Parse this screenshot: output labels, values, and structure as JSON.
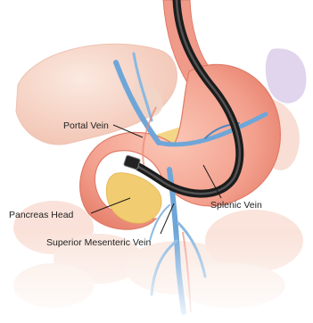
{
  "labels": {
    "portal_vein": "Portal Vein",
    "splenic_vein": "Splenic Vein",
    "pancreas_head": "Pancreas Head",
    "superior_mesenteric_vein": "Superior Mesenteric Vein"
  },
  "colors": {
    "background": "#ffffff",
    "organ_light": "#f8e3d8",
    "organ_mid": "#f4b9a6",
    "stomach": "#f3a08e",
    "stomach_outline": "#e07a66",
    "esophagus": "#f09a8a",
    "pancreas": "#f3d27a",
    "vein": "#6fa6d8",
    "vein_dark": "#4b86bf",
    "scope": "#2a2a2a",
    "kidney": "#d8c9e6",
    "leader_line": "#1a1a1a"
  }
}
